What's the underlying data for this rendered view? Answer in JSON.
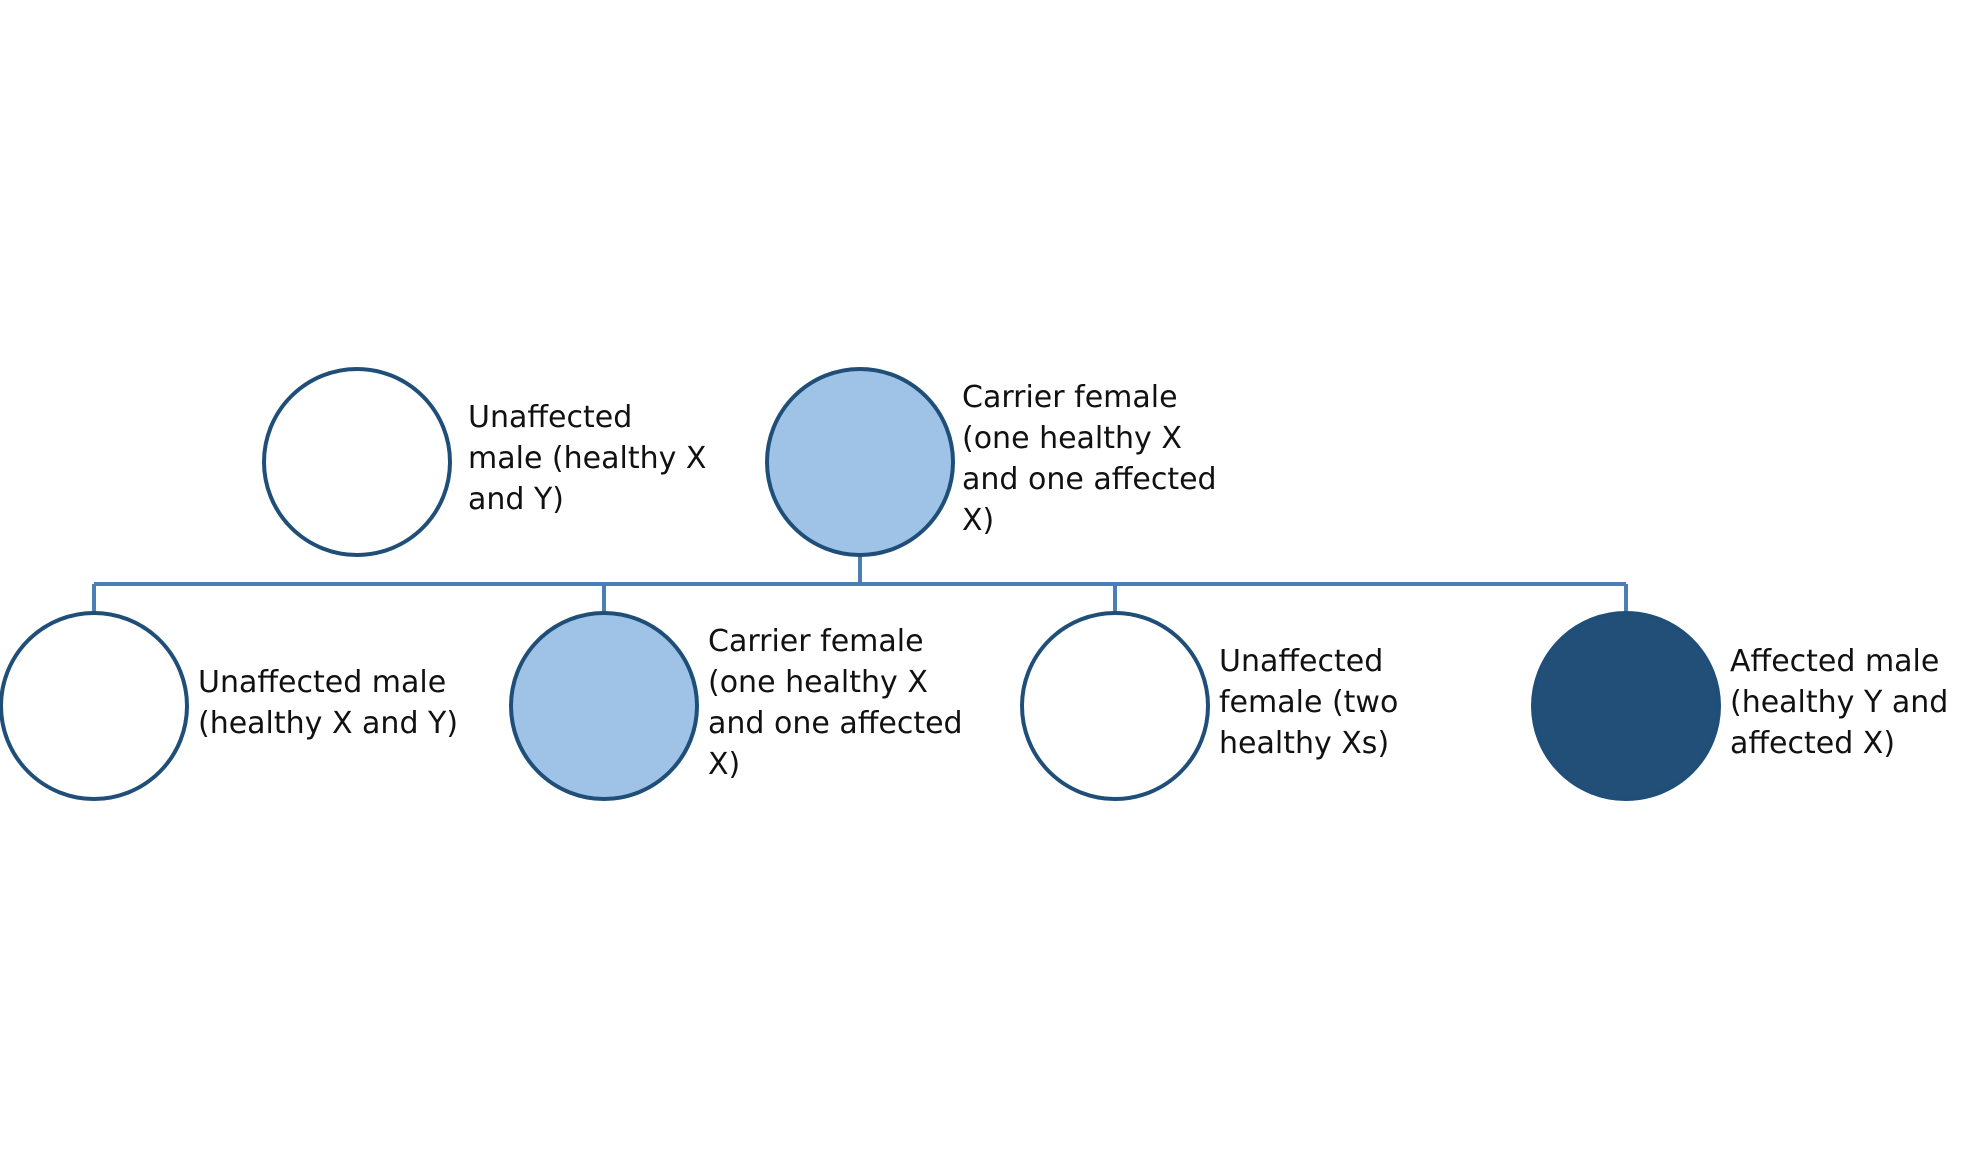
{
  "colors": {
    "line": "#4a7eb5",
    "outline": "#1f4e79",
    "unaffected_fill": "#ffffff",
    "carrier_fill": "#9fc3e6",
    "affected_fill": "#214f78"
  },
  "parents": [
    {
      "id": "parent-unaffected-male",
      "status": "unaffected",
      "label_lines": [
        "Unaffected",
        "male (healthy X",
        "and Y)"
      ]
    },
    {
      "id": "parent-carrier-female",
      "status": "carrier",
      "label_lines": [
        "Carrier female",
        "(one healthy X",
        "and one affected",
        "X)"
      ]
    }
  ],
  "children": [
    {
      "id": "child-unaffected-male",
      "status": "unaffected",
      "label_lines": [
        "Unaffected male",
        "(healthy X and Y)"
      ]
    },
    {
      "id": "child-carrier-female",
      "status": "carrier",
      "label_lines": [
        "Carrier female",
        "(one healthy X",
        "and one affected",
        "X)"
      ]
    },
    {
      "id": "child-unaffected-female",
      "status": "unaffected",
      "label_lines": [
        "Unaffected",
        "female (two",
        "healthy Xs)"
      ]
    },
    {
      "id": "child-affected-male",
      "status": "affected",
      "label_lines": [
        "Affected male",
        "(healthy Y and",
        "affected X)"
      ]
    }
  ]
}
